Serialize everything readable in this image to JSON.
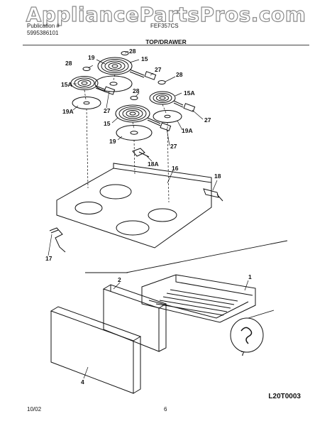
{
  "watermark": "AppliancePartsPros.com",
  "header": {
    "left_line1": "Publication #",
    "left_line2": "5995386101",
    "model": "FEF357CS",
    "section_title": "TOP/DRAWER"
  },
  "diagram_code": "L20T0003",
  "footer": {
    "date": "10/02",
    "page": "6"
  },
  "callouts": {
    "c28a": "28",
    "c28b": "28",
    "c28c": "28",
    "c28d": "28",
    "c19a": "19",
    "c19b": "19",
    "c15a": "15",
    "c15b": "15",
    "c15Aa": "15A",
    "c15Ab": "15A",
    "c27a": "27",
    "c27b": "27",
    "c27c": "27",
    "c27d": "27",
    "c19Aa": "19A",
    "c19Ab": "19A",
    "c18A": "18A",
    "c16": "16",
    "c18": "18",
    "c17": "17",
    "c1": "1",
    "c2": "2",
    "c4": "4",
    "c7": "7"
  }
}
